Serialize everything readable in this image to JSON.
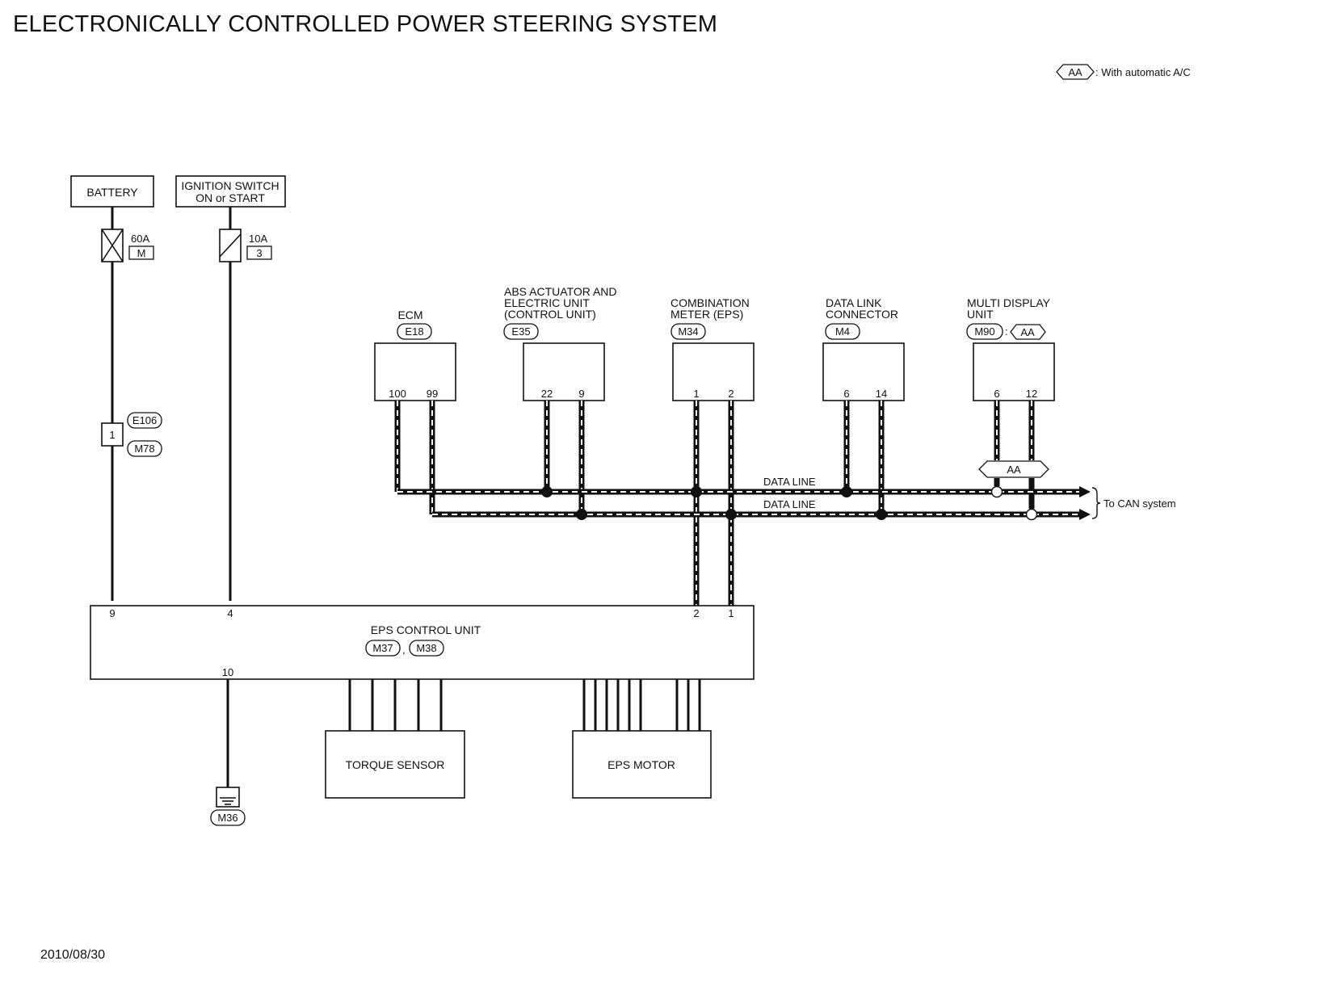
{
  "title": "ELECTRONICALLY CONTROLLED POWER STEERING SYSTEM",
  "legend": {
    "code": "AA",
    "text": ": With automatic A/C"
  },
  "date": "2010/08/30",
  "power": {
    "battery": {
      "label": "BATTERY",
      "fuse_amp": "60A",
      "fuse_id": "M"
    },
    "ignition": {
      "label_line1": "IGNITION SWITCH",
      "label_line2": "ON or START",
      "fuse_amp": "10A",
      "fuse_id": "3"
    },
    "joint": {
      "pin": "1",
      "conn_top": "E106",
      "conn_bottom": "M78"
    }
  },
  "modules": {
    "ecm": {
      "lines": [
        "ECM"
      ],
      "connector": "E18",
      "pins": [
        "100",
        "99"
      ]
    },
    "abs": {
      "lines": [
        "ABS ACTUATOR AND",
        "ELECTRIC UNIT",
        "(CONTROL UNIT)"
      ],
      "connector": "E35",
      "pins": [
        "22",
        "9"
      ]
    },
    "meter": {
      "lines": [
        "COMBINATION",
        "METER (EPS)"
      ],
      "connector": "M34",
      "pins": [
        "1",
        "2"
      ]
    },
    "dlc": {
      "lines": [
        "DATA LINK",
        "CONNECTOR"
      ],
      "connector": "M4",
      "pins": [
        "6",
        "14"
      ]
    },
    "mdu": {
      "lines": [
        "MULTI DISPLAY",
        "UNIT"
      ],
      "connector": "M90",
      "option": "AA",
      "pins": [
        "6",
        "12"
      ]
    }
  },
  "data_lines": {
    "label1": "DATA LINE",
    "label2": "DATA LINE",
    "option_tag": "AA",
    "to_can": "To CAN system"
  },
  "eps_unit": {
    "label": "EPS CONTROL UNIT",
    "conn1": "M37",
    "conn_sep": ",",
    "conn2": "M38",
    "pins": {
      "battery": "9",
      "ignition": "4",
      "can_h": "2",
      "can_l": "1",
      "ground": "10"
    }
  },
  "torque_sensor": "TORQUE SENSOR",
  "eps_motor": "EPS MOTOR",
  "ground_conn": "M36"
}
